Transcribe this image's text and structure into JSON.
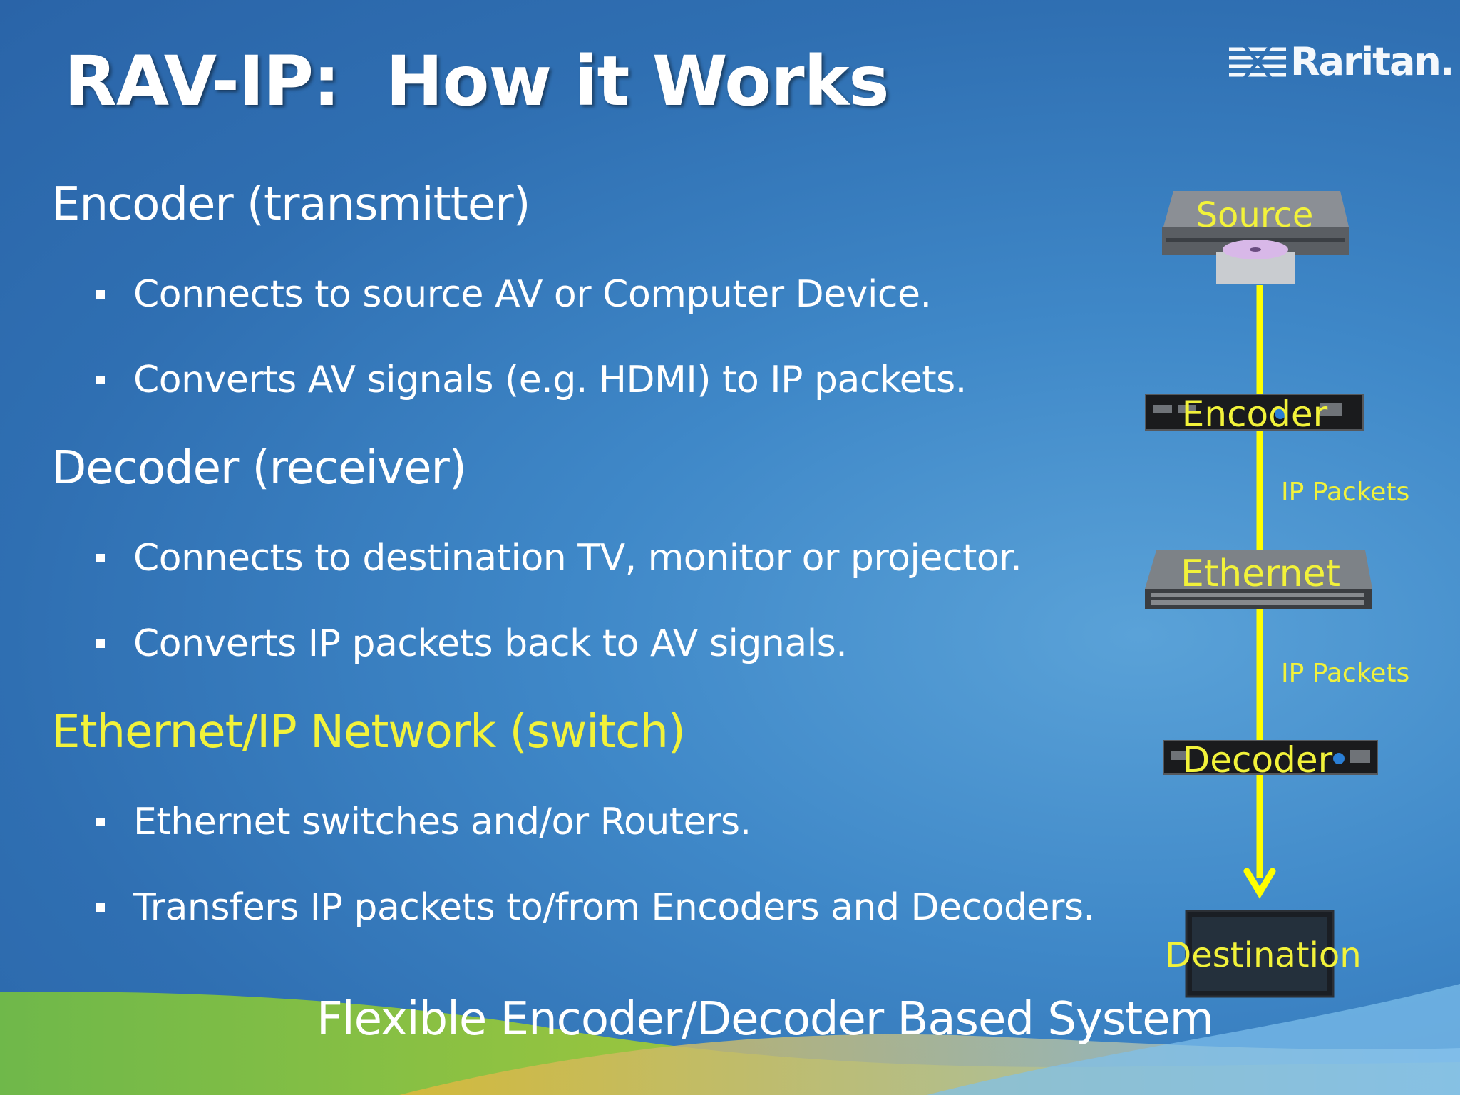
{
  "title": "RAV-IP:  How it Works",
  "logo": {
    "text": "Raritan.",
    "icon": "raritan-logo-icon"
  },
  "sections": [
    {
      "heading": "Encoder (transmitter)",
      "bullets": [
        "Connects to source AV or Computer Device.",
        "Converts AV signals (e.g. HDMI) to IP packets."
      ]
    },
    {
      "heading": "Decoder (receiver)",
      "bullets": [
        "Connects to destination TV, monitor or projector.",
        "Converts IP packets back to AV signals."
      ]
    },
    {
      "heading": "Ethernet/IP Network (switch)",
      "bullets": [
        "Ethernet switches and/or Routers.",
        "Transfers IP packets to/from Encoders and Decoders."
      ]
    }
  ],
  "diagram": {
    "nodes": [
      "Source",
      "Encoder",
      "Ethernet",
      "Decoder",
      "Destination"
    ],
    "links": [
      "IP Packets",
      "IP Packets"
    ],
    "colors": {
      "accent": "#f2f23a",
      "line": "#ffff00"
    }
  },
  "footer": "Flexible Encoder/Decoder Based System"
}
